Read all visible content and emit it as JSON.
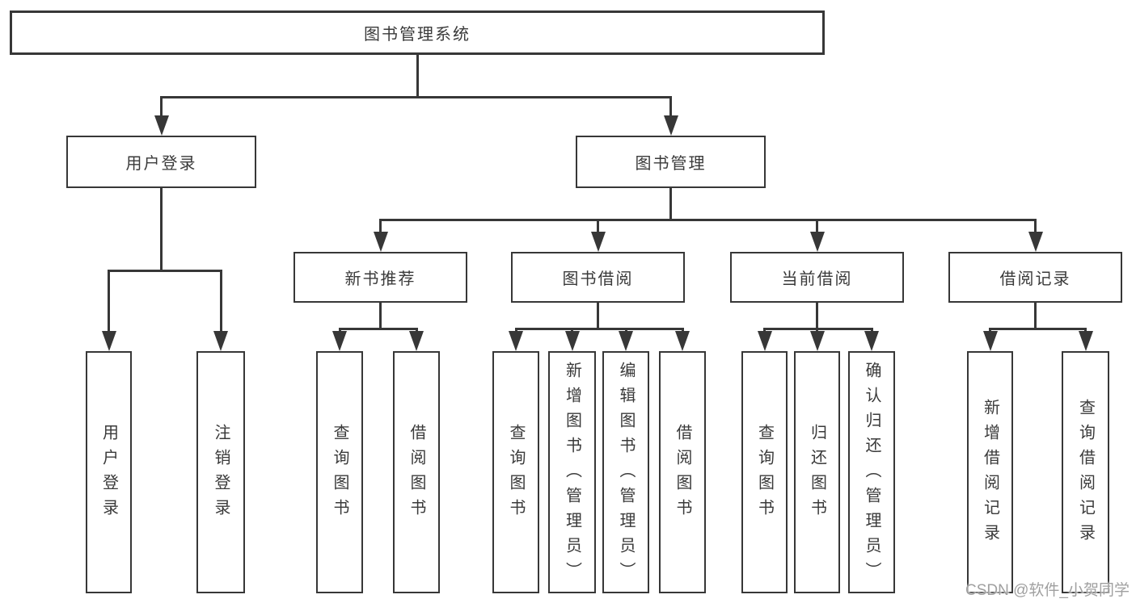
{
  "diagram": {
    "type": "function-structure-tree",
    "colors": {
      "line": "#373737",
      "background": "#ffffff",
      "box_fill": "#ffffff",
      "text": "#3a3a3a",
      "watermark": "#a0a0a0"
    },
    "tree": {
      "label": "图书管理系统",
      "children": [
        {
          "label": "用户登录",
          "children": [
            {
              "label": "用户登录"
            },
            {
              "label": "注销登录"
            }
          ]
        },
        {
          "label": "图书管理",
          "children": [
            {
              "label": "新书推荐",
              "children": [
                {
                  "label": "查询图书"
                },
                {
                  "label": "借阅图书"
                }
              ]
            },
            {
              "label": "图书借阅",
              "children": [
                {
                  "label": "查询图书"
                },
                {
                  "label": "新增图书（管理员）"
                },
                {
                  "label": "编辑图书（管理员）"
                },
                {
                  "label": "借阅图书"
                }
              ]
            },
            {
              "label": "当前借阅",
              "children": [
                {
                  "label": "查询图书"
                },
                {
                  "label": "归还图书"
                },
                {
                  "label": "确认归还（管理员）"
                }
              ]
            },
            {
              "label": "借阅记录",
              "children": [
                {
                  "label": "新增借阅记录"
                },
                {
                  "label": "查询借阅记录"
                }
              ]
            }
          ]
        }
      ]
    }
  },
  "watermark": {
    "text": "CSDN @软件_小贺同学"
  }
}
